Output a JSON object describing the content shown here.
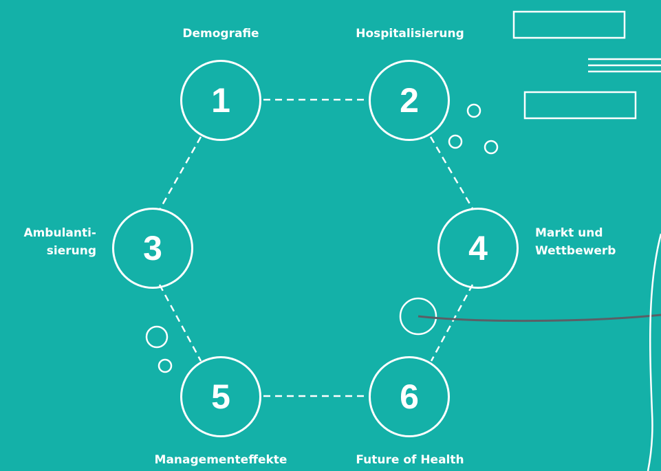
{
  "colors": {
    "background": "#14b1a8",
    "stroke": "#ffffff",
    "connector": "#5a5f66"
  },
  "nodes": [
    {
      "number": "1",
      "label_lines": [
        "Demografie"
      ]
    },
    {
      "number": "2",
      "label_lines": [
        "Hospitalisierung"
      ]
    },
    {
      "number": "3",
      "label_lines": [
        "Ambulanti-",
        "sierung"
      ]
    },
    {
      "number": "4",
      "label_lines": [
        "Markt und",
        "Wettbewerb"
      ]
    },
    {
      "number": "5",
      "label_lines": [
        "Managementeffekte"
      ]
    },
    {
      "number": "6",
      "label_lines": [
        "Future of Health"
      ]
    }
  ]
}
